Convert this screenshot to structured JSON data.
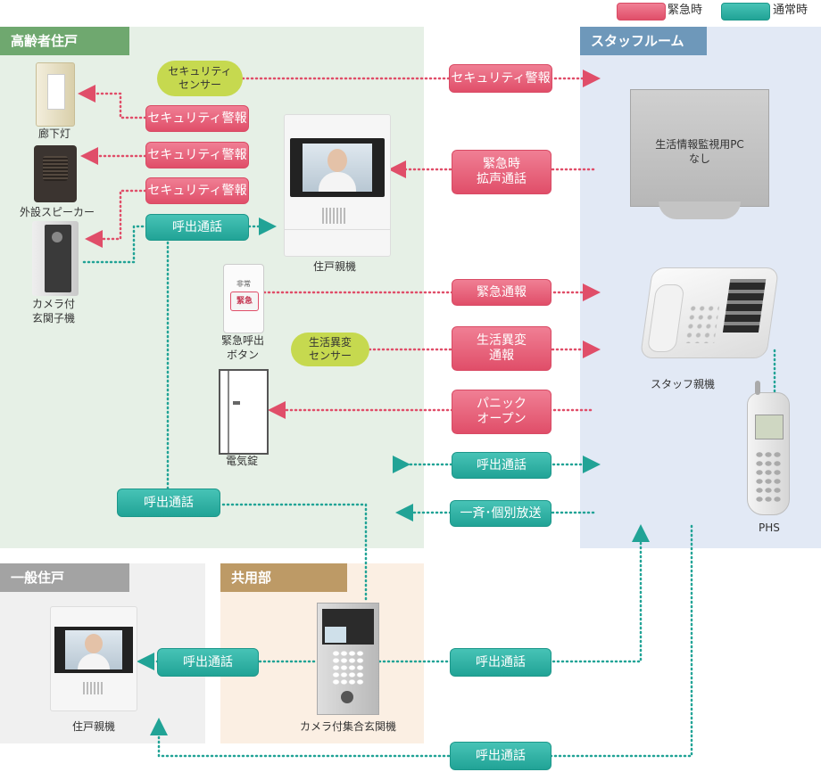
{
  "legend": {
    "emergency": "緊急時",
    "normal": "通常時"
  },
  "zones": {
    "elderly": "高齢者住戸",
    "staff": "スタッフルーム",
    "general": "一般住戸",
    "common": "共用部"
  },
  "devices": {
    "hall_light": "廊下灯",
    "outdoor_speaker": "外設スピーカー",
    "camera_door_unit": "カメラ付\n玄関子機",
    "master_unit": "住戸親機",
    "emergency_button": "緊急呼出\nボタン",
    "electric_lock": "電気錠",
    "monitor_pc": "生活情報監視用PC\nなし",
    "staff_unit": "スタッフ親機",
    "phs": "PHS",
    "general_master_unit": "住戸親機",
    "lobby_unit": "カメラ付集合玄関機",
    "button_plate_top": "非常",
    "button_plate_face": "緊急"
  },
  "sensors": {
    "security": "セキュリティ\nセンサー",
    "life_anomaly": "生活異変\nセンサー"
  },
  "signals": {
    "security_alarm_right": "セキュリティ警報",
    "security_alarm_1": "セキュリティ警報",
    "security_alarm_2": "セキュリティ警報",
    "security_alarm_3": "セキュリティ警報",
    "call_door": "呼出通話",
    "emergency_loud_call": "緊急時\n拡声通話",
    "emergency_report": "緊急通報",
    "life_anomaly_report": "生活異変\n通報",
    "panic_open": "パニック\nオープン",
    "call_staff": "呼出通話",
    "call_lobby_elderly": "呼出通話",
    "broadcast": "一斉･個別放送",
    "call_general": "呼出通話",
    "call_lobby_staff": "呼出通話",
    "call_bottom": "呼出通話"
  },
  "colors": {
    "emergency": "#e04e69",
    "normal": "#21a396",
    "elderly_zone": "#e6f0e6",
    "staff_zone": "#e2e9f5",
    "general_zone": "#f0f0f0",
    "common_zone": "#fbefe3",
    "elderly_header": "#6fa86f",
    "staff_header": "#6e98ba",
    "general_header": "#a3a3a3",
    "common_header": "#bd9a66",
    "sensor_oval": "#c6d94f"
  }
}
